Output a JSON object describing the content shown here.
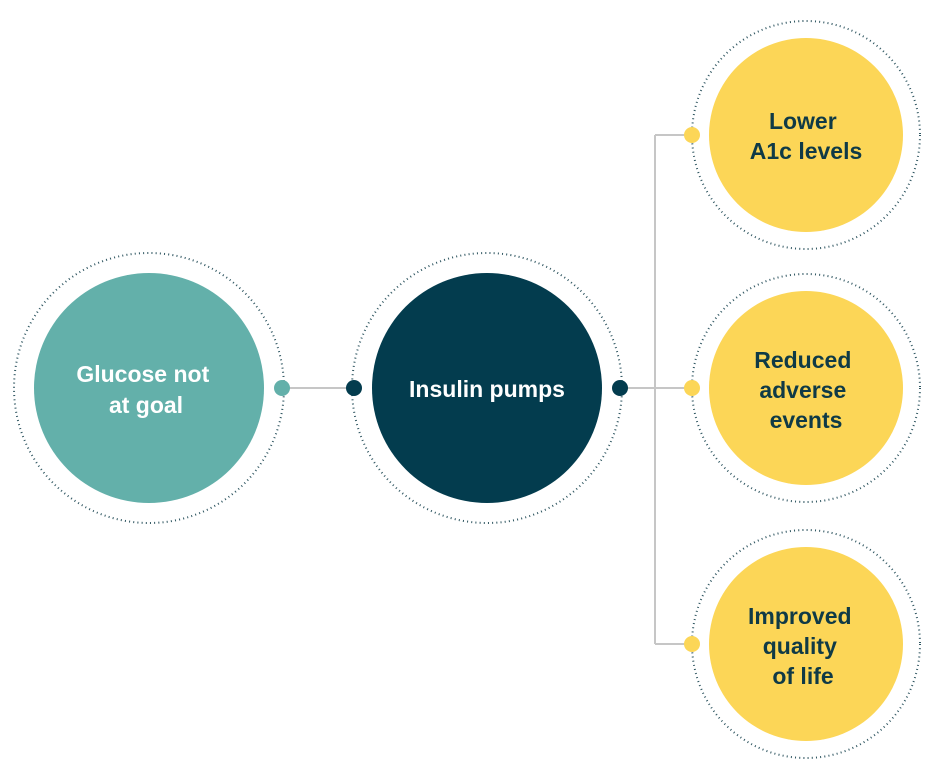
{
  "colors": {
    "start": "#63b0aa",
    "center": "#033c4e",
    "outcome": "#fcd657",
    "label_dark": "#0f3a46",
    "label_light": "#ffffff",
    "connector": "#c6c6c6",
    "ring": "#2e5560"
  },
  "nodes": {
    "start": {
      "lines": [
        "Glucose not",
        "at goal"
      ]
    },
    "center": {
      "lines": [
        "Insulin pumps"
      ]
    },
    "outcomes": [
      {
        "lines": [
          "Lower",
          "A1c levels"
        ]
      },
      {
        "lines": [
          "Reduced",
          "adverse",
          "events"
        ]
      },
      {
        "lines": [
          "Improved",
          "quality",
          "of life"
        ]
      }
    ]
  }
}
